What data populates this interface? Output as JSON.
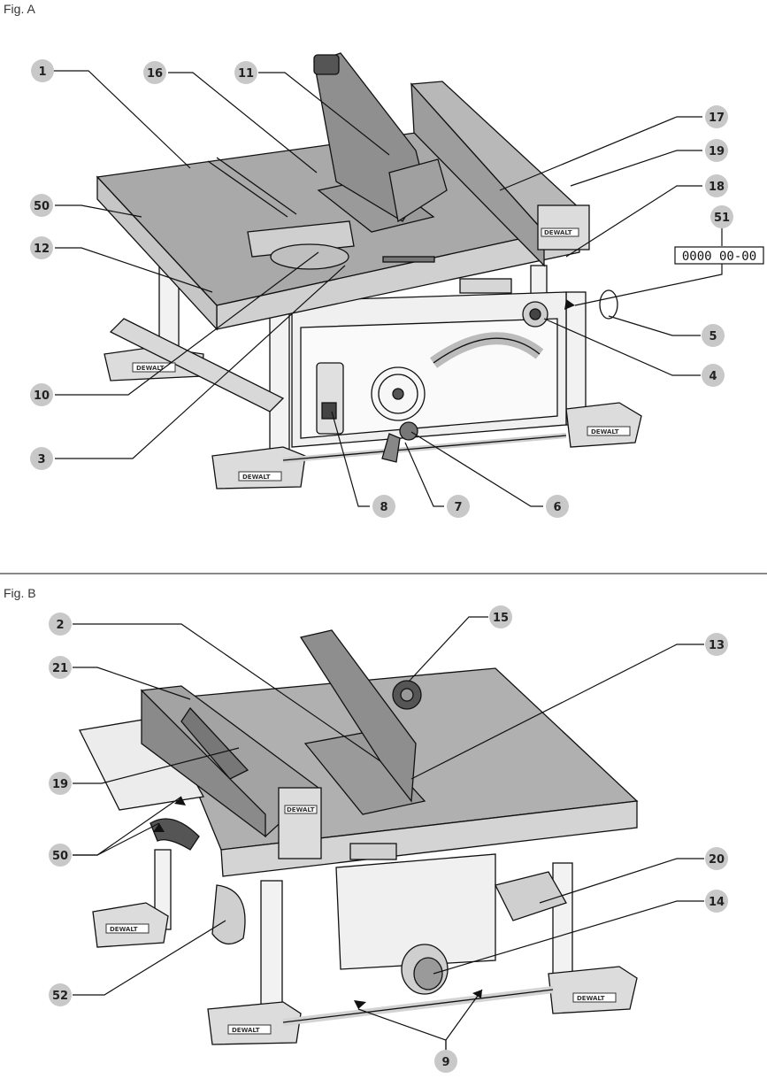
{
  "figA": {
    "label": "Fig. A",
    "serial": "0000  00-00",
    "callouts": {
      "c1": "1",
      "c16": "16",
      "c11": "11",
      "c17": "17",
      "c19": "19",
      "c18": "18",
      "c50": "50",
      "c51": "51",
      "c12": "12",
      "c5": "5",
      "c4": "4",
      "c10": "10",
      "c3": "3",
      "c8": "8",
      "c7": "7",
      "c6": "6"
    }
  },
  "figB": {
    "label": "Fig. B",
    "callouts": {
      "c2": "2",
      "c15": "15",
      "c13": "13",
      "c21": "21",
      "c19": "19",
      "c50": "50",
      "c20": "20",
      "c14": "14",
      "c52": "52",
      "c9": "9"
    }
  },
  "brand": "DEWALT",
  "colors": {
    "badge": "#c8c8c8",
    "line": "#111111",
    "table": "#a9a9a9",
    "metal": "#e6e6e6"
  }
}
